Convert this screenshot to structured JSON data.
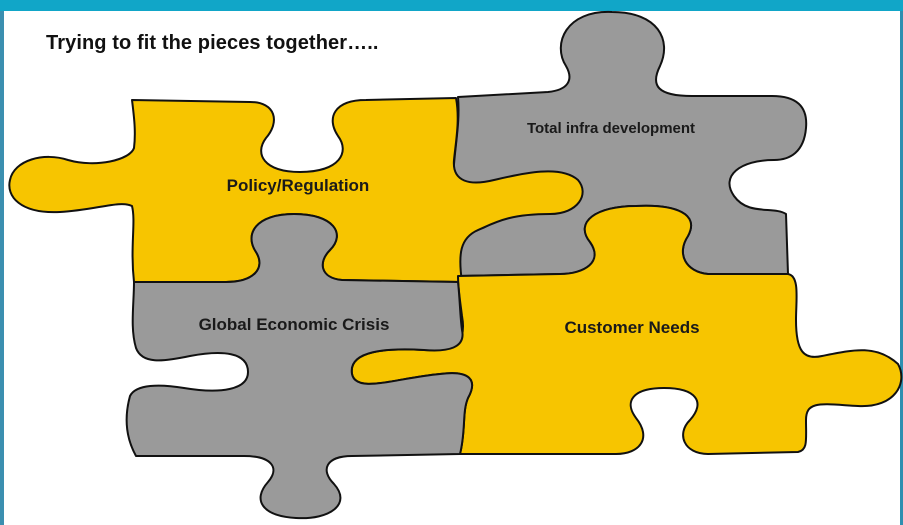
{
  "slide": {
    "title": "Trying to fit the pieces together…..",
    "accent_color": "#11a6c8"
  },
  "pieces": [
    {
      "id": "policy",
      "label": "Policy/Regulation",
      "color": "#f7c500"
    },
    {
      "id": "infra",
      "label": "Total infra development",
      "color": "#9a9a9a"
    },
    {
      "id": "economic",
      "label": "Global Economic Crisis",
      "color": "#9a9a9a"
    },
    {
      "id": "customer",
      "label": "Customer Needs",
      "color": "#f7c500"
    }
  ]
}
